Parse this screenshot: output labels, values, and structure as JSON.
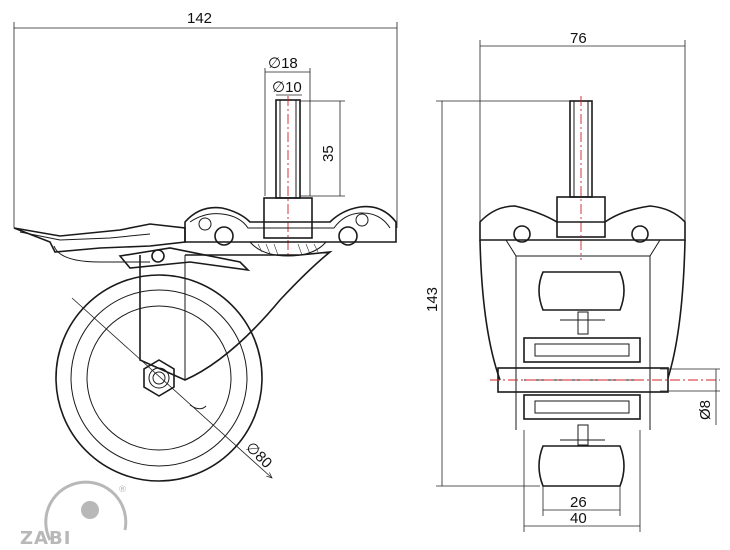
{
  "side_view": {
    "overall_width": "142",
    "spindle_outer_diameter": "∅18",
    "spindle_inner_diameter": "∅10",
    "spindle_length": "35",
    "wheel_diameter": "∅80"
  },
  "front_view": {
    "overall_width": "76",
    "overall_height": "143",
    "axle_diameter": "Ø8",
    "tread_width": "26",
    "hub_width": "40"
  },
  "logo": {
    "text": "ZABI",
    "mark": "®"
  },
  "colors": {
    "line": "#1a1a1a",
    "axis": "#d0202a",
    "logo": "#b8b8b8"
  }
}
